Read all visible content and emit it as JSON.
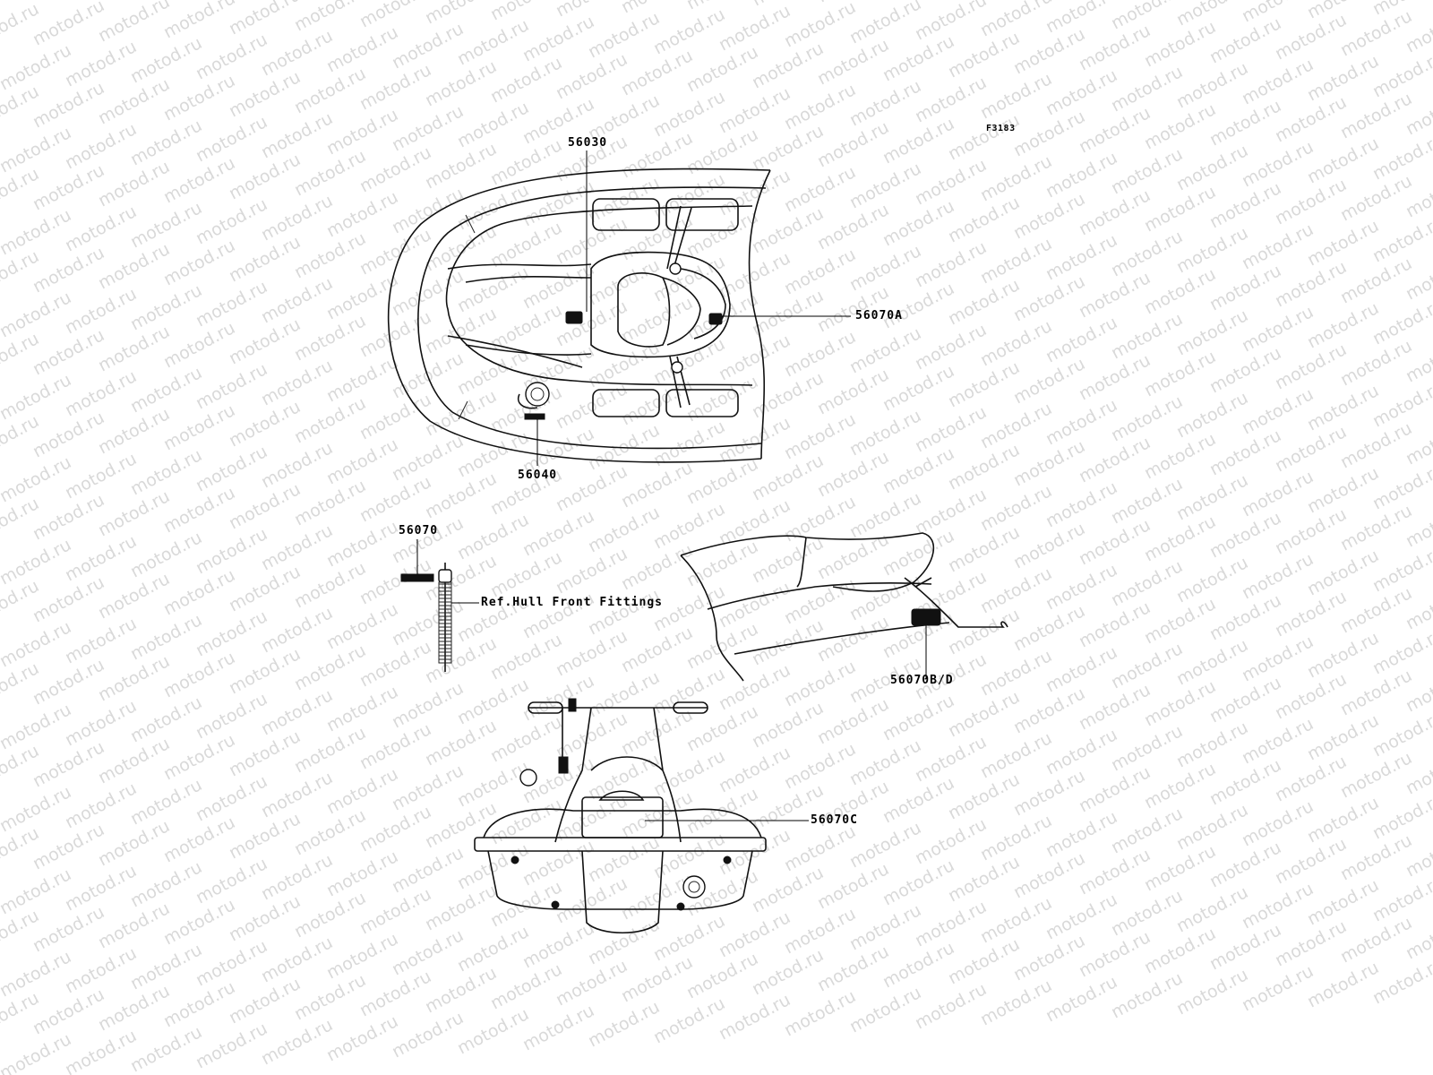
{
  "watermark": {
    "text": "motod.ru"
  },
  "figure": {
    "code": "F3183"
  },
  "callouts": {
    "c56030": "56030",
    "c56070A": "56070A",
    "c56040": "56040",
    "c56070": "56070",
    "ref_hull": "Ref.Hull Front Fittings",
    "c56070BD": "56070B/D",
    "c56070C": "56070C"
  },
  "colors": {
    "line": "#111111",
    "watermark": "#d9d9d9",
    "background": "#ffffff"
  }
}
